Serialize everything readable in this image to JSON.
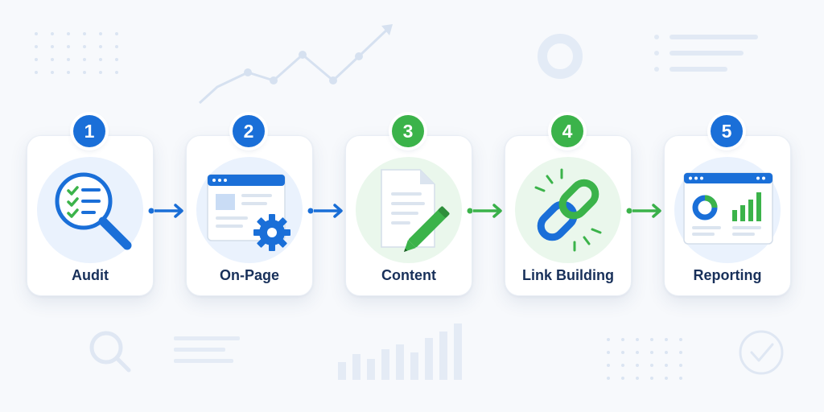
{
  "steps": [
    {
      "number": "1",
      "label": "Audit",
      "icon": "audit-magnifier-checklist-icon",
      "color": "blue"
    },
    {
      "number": "2",
      "label": "On-Page",
      "icon": "webpage-gear-icon",
      "color": "blue"
    },
    {
      "number": "3",
      "label": "Content",
      "icon": "document-pencil-icon",
      "color": "green"
    },
    {
      "number": "4",
      "label": "Link Building",
      "icon": "chain-link-icon",
      "color": "green"
    },
    {
      "number": "5",
      "label": "Reporting",
      "icon": "dashboard-report-icon",
      "color": "blue"
    }
  ],
  "colors": {
    "blue": "#1a6fd8",
    "green": "#3bb34a",
    "label_text": "#18305a",
    "background": "#f7f9fc",
    "decor": "#dce6f3"
  }
}
